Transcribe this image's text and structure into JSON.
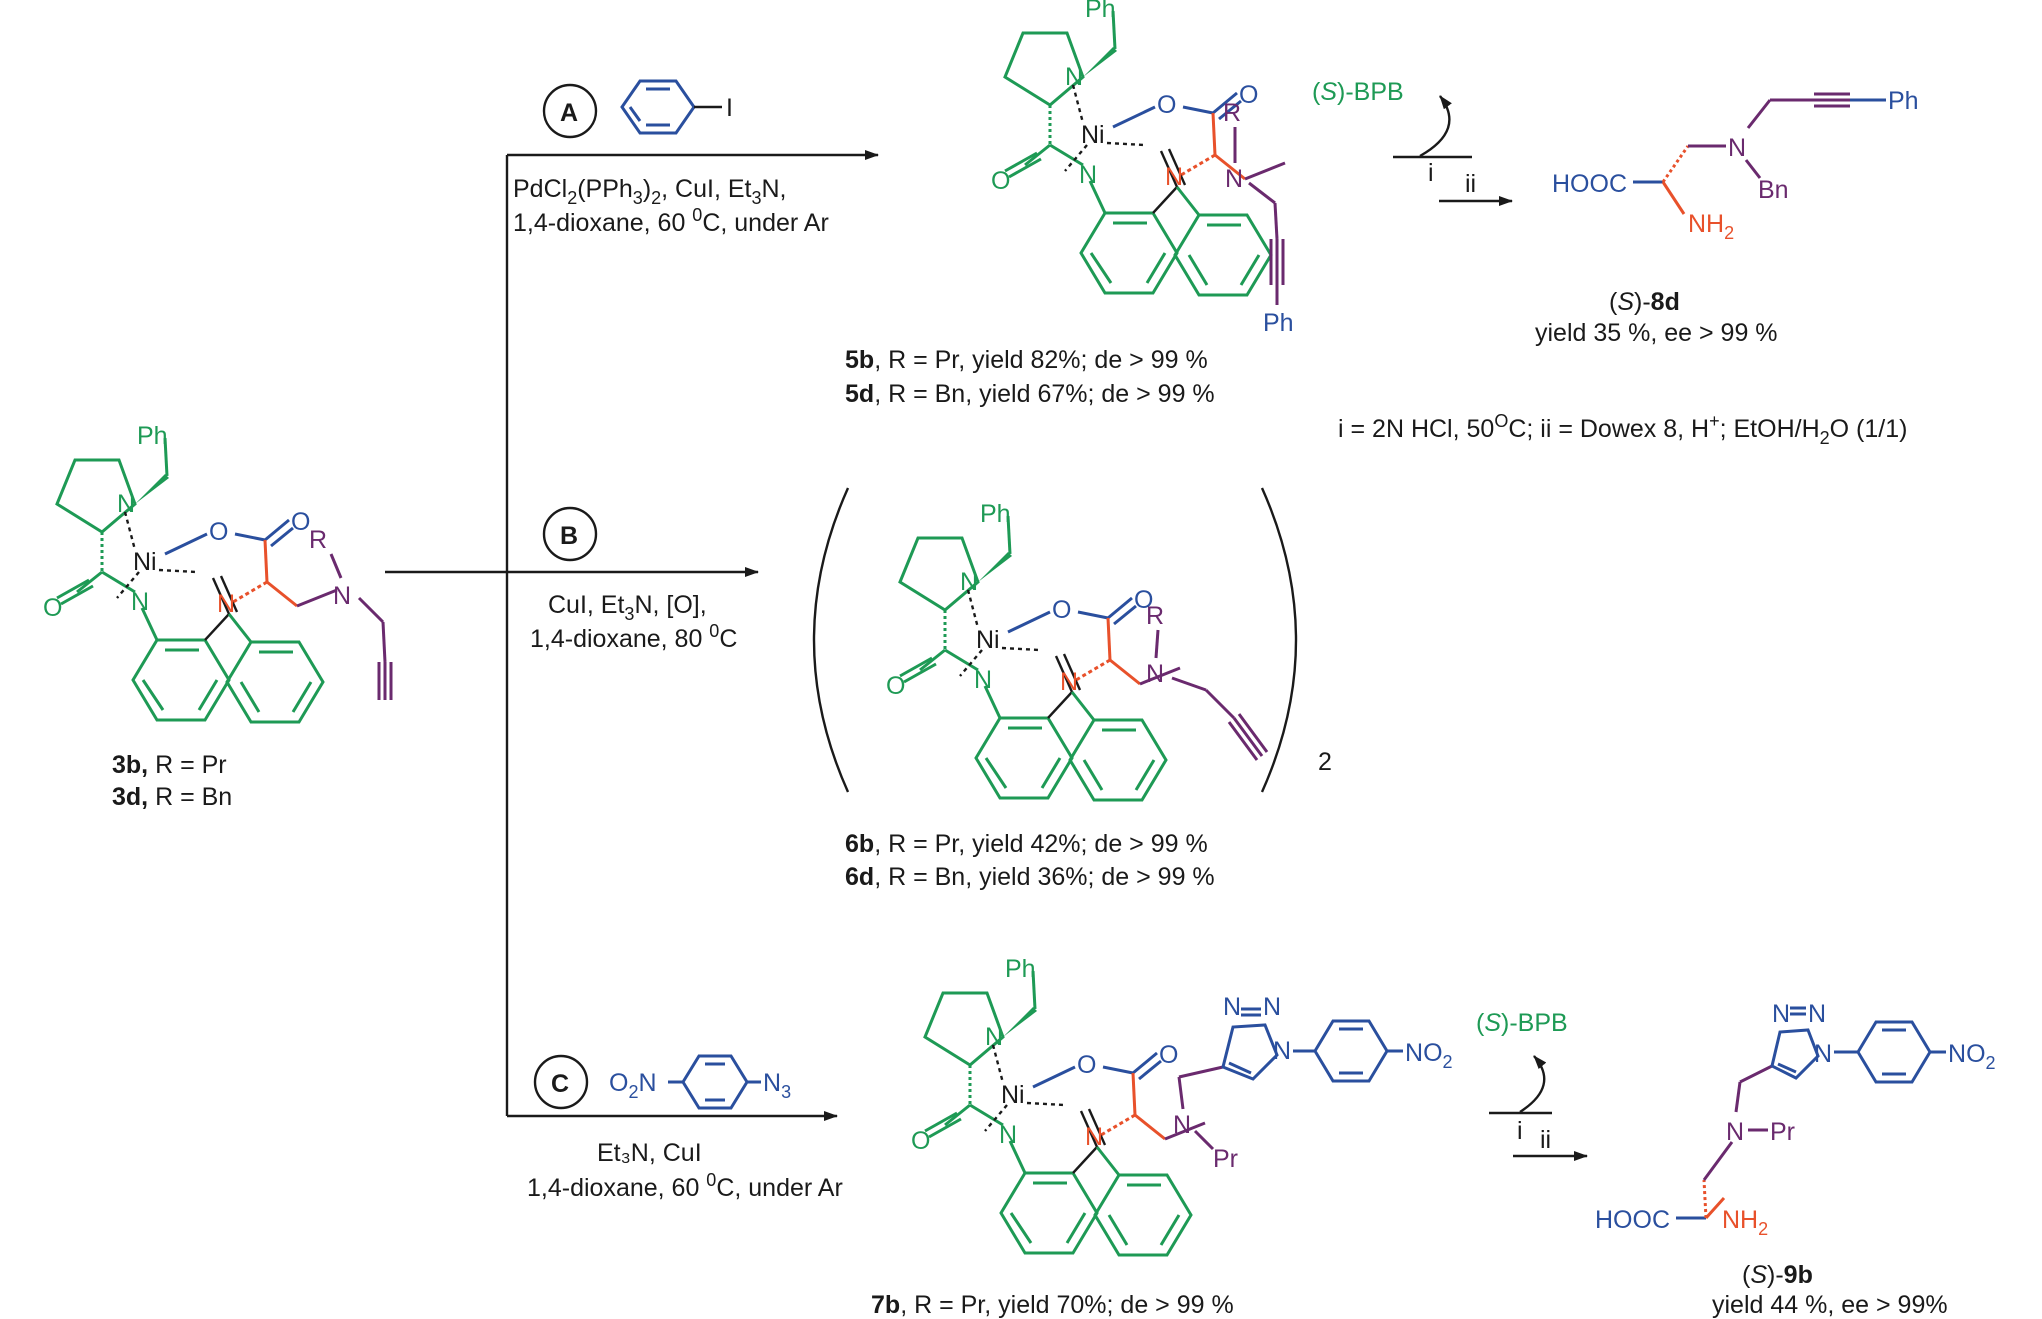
{
  "atoms": {
    "ph": "Ph",
    "ni": "Ni",
    "n": "N",
    "o": "O",
    "r": "R",
    "i": "I",
    "pr": "Pr",
    "bn": "Bn",
    "nh": "NH",
    "two": "2",
    "three": "3",
    "plus": "+",
    "zero": "0",
    "hooc": "HOOC",
    "o2": "O",
    "eq": "="
  },
  "routes": {
    "a": {
      "letter": "A"
    },
    "b": {
      "letter": "B"
    },
    "c": {
      "letter": "C"
    }
  },
  "conditions": {
    "a_line1_p1": "PdCl",
    "a_line1_p2": "(PPh",
    "a_line1_p3": ")",
    "a_line1_p4": ", CuI, Et",
    "a_line1_p5": "N,",
    "a_line2_p1": "1,4-dioxane, 60 ",
    "a_line2_p2": "C, under Ar",
    "b_line1_p1": "CuI, Et",
    "b_line1_p2": "N, [O],",
    "b_line2_p1": "1,4-dioxane, 80 ",
    "b_line2_p2": "C",
    "c_line1": "Et₃N, CuI",
    "c_line2_p1": "1,4-dioxane, 60 ",
    "c_line2_p2": "C, under Ar",
    "step_i": "i",
    "step_ii": "ii",
    "bpb_p1": "(",
    "bpb_s": "S",
    "bpb_p2": ")-BPB",
    "footnote_p1": "i = 2N HCl, 50",
    "footnote_p2": "C; ii = Dowex 8, H",
    "footnote_p3": ";  EtOH/H",
    "footnote_p4": "O (1/1)"
  },
  "compounds": {
    "start": {
      "id1": "3b,",
      "rest1": " R = Pr",
      "id2": "3d,",
      "rest2": " R = Bn"
    },
    "p5": {
      "id1": "5b",
      "rest1": ", R = Pr, yield 82%; de > 99 %",
      "id2": "5d",
      "rest2": ", R = Bn, yield 67%; de > 99 %"
    },
    "p6": {
      "id1": "6b",
      "rest1": ", R = Pr, yield 42%; de > 99 %",
      "id2": "6d",
      "rest2": ", R = Bn, yield 36%; de > 99 %",
      "dimer": "2"
    },
    "p7": {
      "id1": "7b",
      "rest1": ", R = Pr, yield 70%; de > 99 %"
    },
    "p8": {
      "pre": "(",
      "s": "S",
      "mid": ")-",
      "id": "8d",
      "yield": "yield 35 %, ee > 99 %"
    },
    "p9": {
      "pre": "(",
      "s": "S",
      "mid": ")-",
      "id": "9b",
      "yield": "yield 44 %, ee  > 99%"
    }
  },
  "colors": {
    "green": "#1e9a55",
    "blue": "#2a4f9e",
    "orange": "#e8512b",
    "purple": "#6a2a6e",
    "black": "#1a1a1a"
  }
}
